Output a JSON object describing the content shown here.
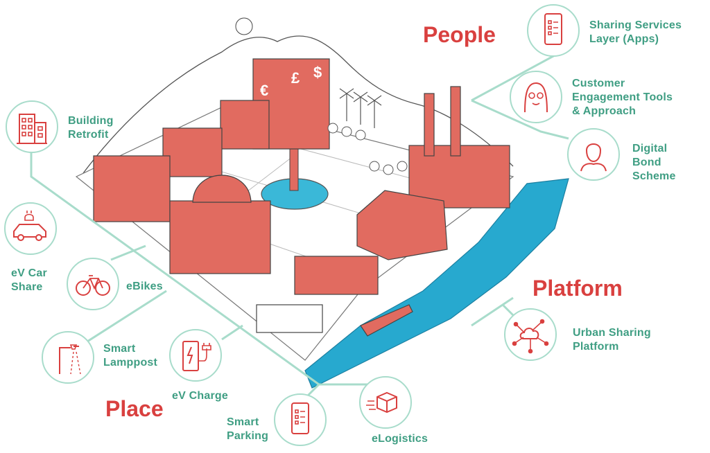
{
  "colors": {
    "accent_red": "#d9403f",
    "accent_green": "#3f9e83",
    "connector": "#a8dccb",
    "water": "#27a9cf"
  },
  "headings": {
    "people": "People",
    "platform": "Platform",
    "place": "Place"
  },
  "nodes": {
    "sharing_services": {
      "label": "Sharing Services\nLayer (Apps)",
      "icon": "smartphone-app-icon"
    },
    "customer_engagement": {
      "label": "Customer\nEngagement  Tools\n& Approach",
      "icon": "woman-avatar-icon"
    },
    "digital_bond": {
      "label": "Digital\nBond\nScheme",
      "icon": "man-avatar-icon"
    },
    "urban_sharing": {
      "label": "Urban Sharing\nPlatform",
      "icon": "cloud-network-icon"
    },
    "building_retrofit": {
      "label": "Building\nRetrofit",
      "icon": "building-icon"
    },
    "ev_car_share": {
      "label": "eV Car\nShare",
      "icon": "electric-car-icon"
    },
    "ebikes": {
      "label": "eBikes",
      "icon": "bicycle-icon"
    },
    "smart_lamppost": {
      "label": "Smart\nLamppost",
      "icon": "lamppost-icon"
    },
    "ev_charge": {
      "label": "eV Charge",
      "icon": "charging-station-icon"
    },
    "smart_parking": {
      "label": "Smart\nParking",
      "icon": "smartphone-parking-icon"
    },
    "elogistics": {
      "label": "eLogistics",
      "icon": "delivery-box-icon"
    }
  },
  "city": {
    "building_signs": [
      "€",
      "£",
      "$"
    ]
  }
}
